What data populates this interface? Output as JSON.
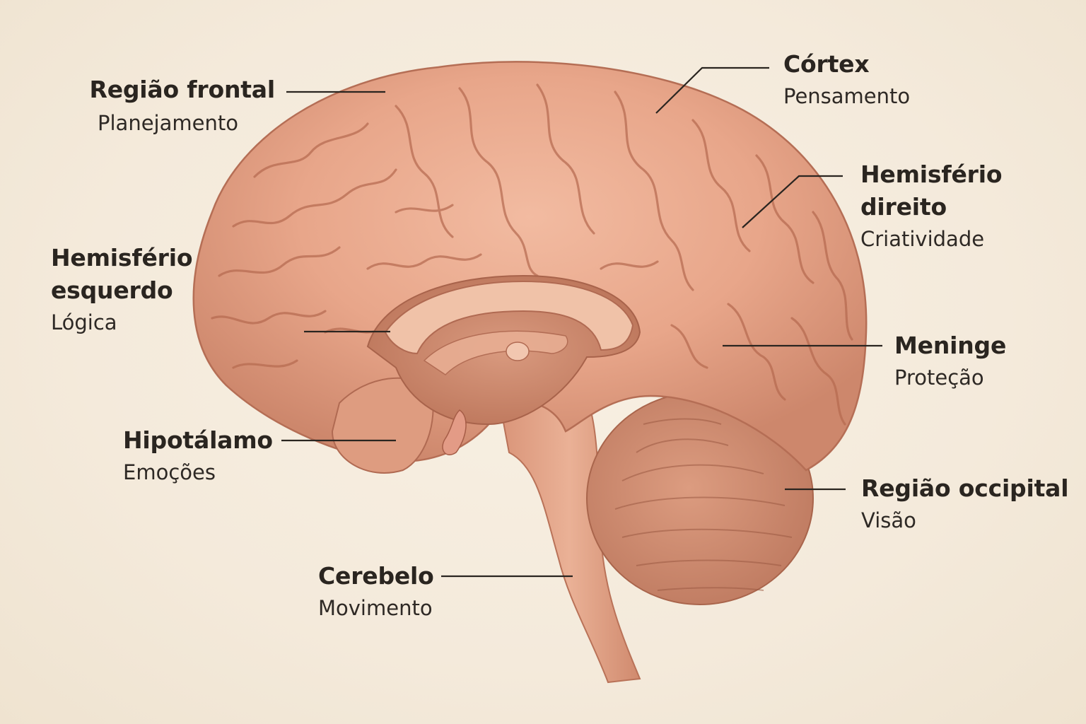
{
  "colors": {
    "background": "#f6eddf",
    "brain": "#e8a88d",
    "brain_shadow": "#c77f66",
    "fold_line": "#b9705a",
    "inner": "#d9987c",
    "leader_line": "#2a2520",
    "text": "#2a2520"
  },
  "labels": {
    "regiao_frontal": {
      "title": "Região frontal",
      "desc": "Planejamento"
    },
    "cortex": {
      "title": "Córtex",
      "desc": "Pensamento"
    },
    "hemisferio_direito": {
      "title": "Hemisfério direito",
      "title_line1": "Hemisfério",
      "title_line2": "direito",
      "desc": "Criatividade"
    },
    "hemisferio_esquerdo": {
      "title": "Hemisfério esquerdo",
      "title_line1": "Hemisfério",
      "title_line2": "esquerdo",
      "desc": "Lógica"
    },
    "meninge": {
      "title": "Meninge",
      "desc": "Proteção"
    },
    "hipotalamo": {
      "title": "Hipotálamo",
      "desc": "Emoções"
    },
    "regiao_occipital": {
      "title": "Região occipital",
      "desc": "Visão"
    },
    "cerebelo": {
      "title": "Cerebelo",
      "desc": "Movimento"
    }
  }
}
